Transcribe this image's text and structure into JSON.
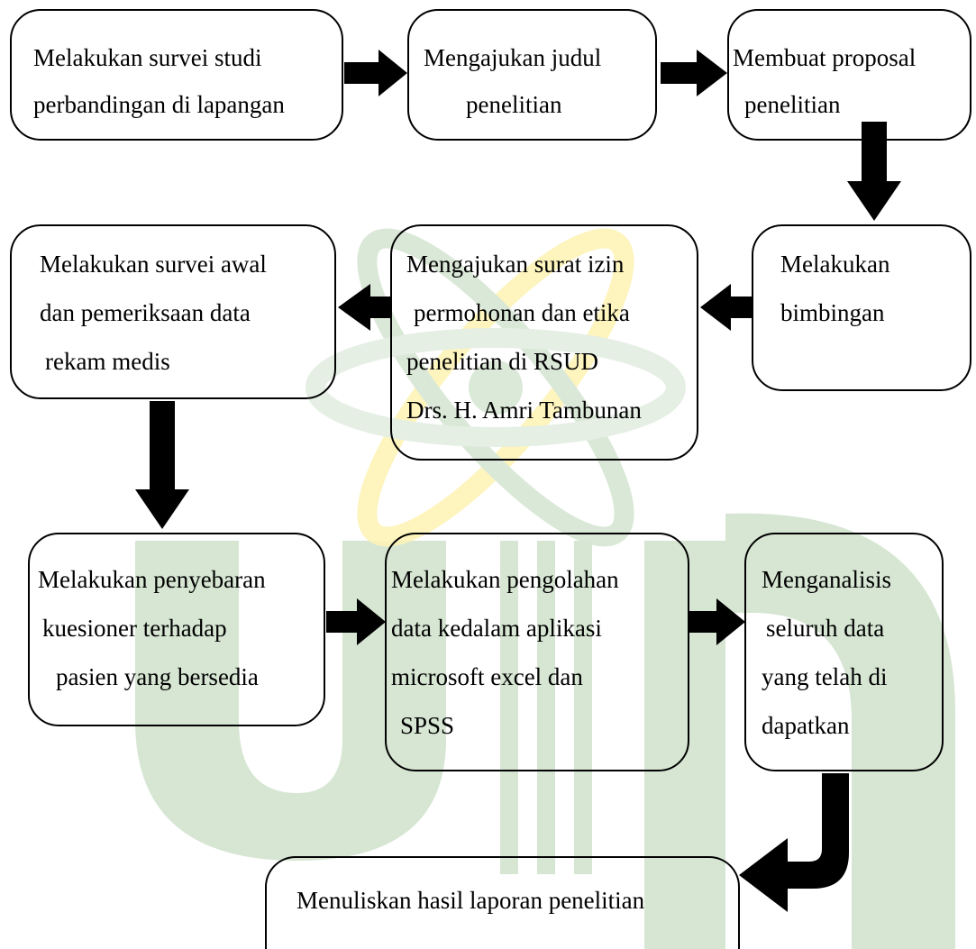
{
  "colors": {
    "stroke": "#000000",
    "arrow": "#000000",
    "watermark_green": "#d6e6d3",
    "watermark_yellow": "#fdf3b8"
  },
  "steps": [
    {
      "id": "s1",
      "lines": [
        "Melakukan survei studi",
        "perbandingan di lapangan"
      ]
    },
    {
      "id": "s2",
      "lines": [
        "Mengajukan judul",
        "penelitian"
      ]
    },
    {
      "id": "s3",
      "lines": [
        "Membuat proposal",
        "penelitian"
      ]
    },
    {
      "id": "s4",
      "lines": [
        "Melakukan",
        "bimbingan"
      ]
    },
    {
      "id": "s5",
      "lines": [
        "Mengajukan surat izin",
        "permohonan dan etika",
        "penelitian di RSUD",
        "Drs. H. Amri Tambunan"
      ]
    },
    {
      "id": "s6",
      "lines": [
        "Melakukan survei awal",
        "dan pemeriksaan data",
        "rekam medis"
      ]
    },
    {
      "id": "s7",
      "lines": [
        "Melakukan penyebaran",
        "kuesioner terhadap",
        "pasien yang bersedia"
      ]
    },
    {
      "id": "s8",
      "lines": [
        "Melakukan pengolahan",
        "data kedalam aplikasi",
        "microsoft excel dan",
        "SPSS"
      ]
    },
    {
      "id": "s9",
      "lines": [
        "Menganalisis",
        "seluruh data",
        "yang telah di",
        "dapatkan"
      ]
    },
    {
      "id": "s10",
      "lines": [
        "Menuliskan hasil laporan penelitian"
      ]
    }
  ],
  "connectors": [
    {
      "from": "s1",
      "to": "s2",
      "direction": "right"
    },
    {
      "from": "s2",
      "to": "s3",
      "direction": "right"
    },
    {
      "from": "s3",
      "to": "s4",
      "direction": "down"
    },
    {
      "from": "s4",
      "to": "s5",
      "direction": "left"
    },
    {
      "from": "s5",
      "to": "s6",
      "direction": "left"
    },
    {
      "from": "s6",
      "to": "s7",
      "direction": "down"
    },
    {
      "from": "s7",
      "to": "s8",
      "direction": "right"
    },
    {
      "from": "s8",
      "to": "s9",
      "direction": "right"
    },
    {
      "from": "s9",
      "to": "s10",
      "direction": "down-left"
    }
  ]
}
